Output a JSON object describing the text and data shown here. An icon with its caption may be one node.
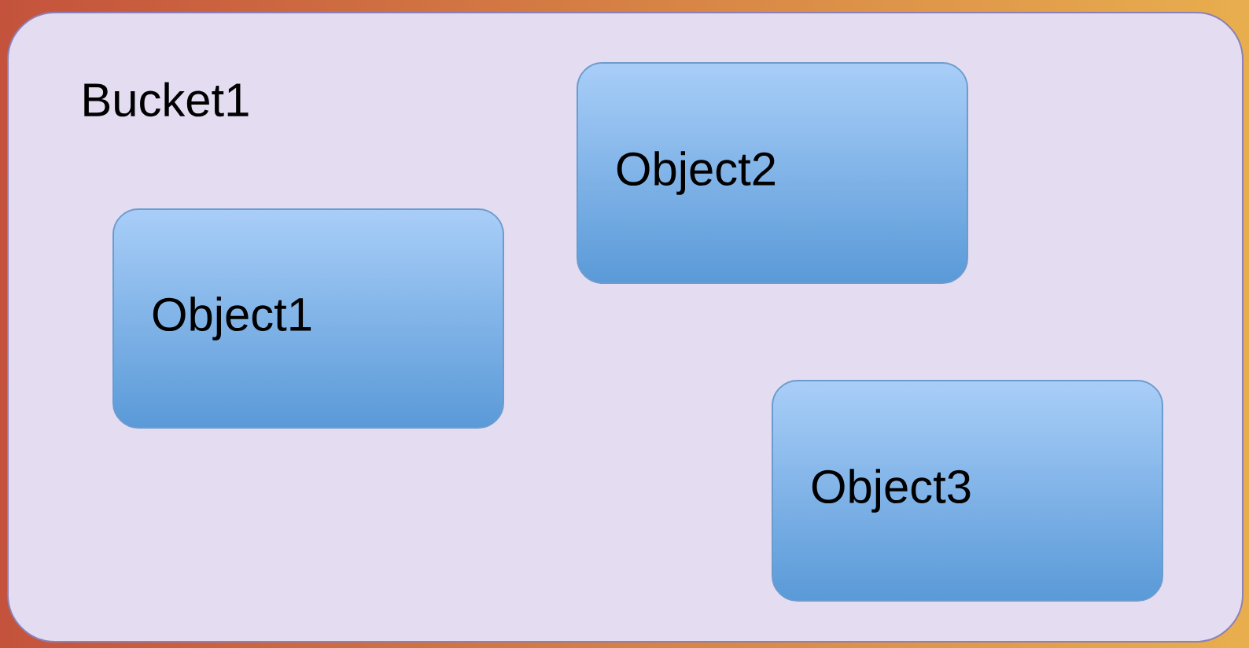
{
  "diagram": {
    "nodes": [
      {
        "text": [
          "Bucket1"
        ]
      },
      {
        "text": [
          "Object1"
        ],
        "in": 0
      },
      {
        "text": [
          "Object2"
        ],
        "in": 0
      },
      {
        "text": [
          "Object3"
        ],
        "in": 0
      }
    ]
  }
}
